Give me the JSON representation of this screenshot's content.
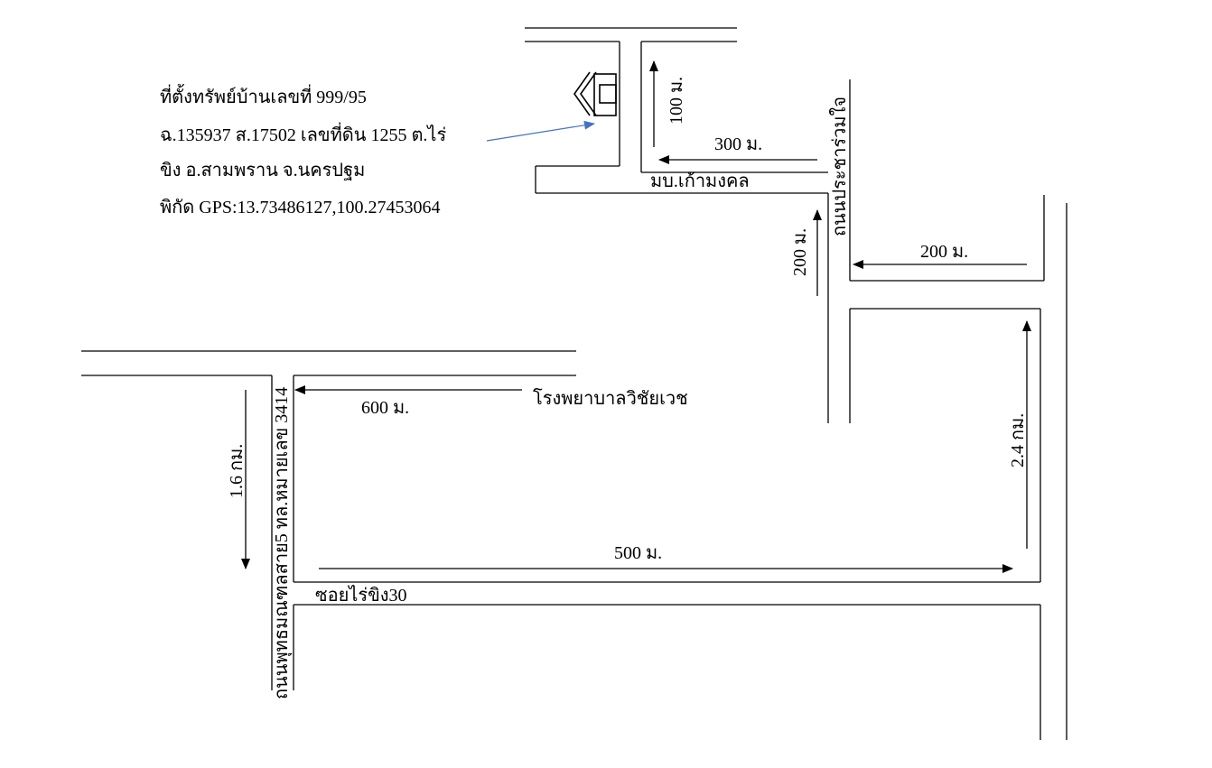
{
  "property_info": {
    "line1": "ที่ตั้งทรัพย์บ้านเลขที่ 999/95",
    "line2": "ฉ.135937 ส.17502 เลขที่ดิน 1255 ต.ไร่",
    "line3": "ขิง อ.สามพราน จ.นครปฐม",
    "line4": "พิกัด GPS:13.73486127,100.27453064"
  },
  "roads": {
    "main_road": "ถนนพุทธมณฑลสาย5 ทล.หมายเลข 3414",
    "prachaharuamjai": "ถนนประชาร่วมใจ",
    "village": "มบ.เก้ามงคล",
    "soi": "ซอยไร่ขิง30"
  },
  "landmarks": {
    "hospital": "โรงพยาบาลวิชัยเวช"
  },
  "distances": {
    "d_100m": "100 ม.",
    "d_300m": "300 ม.",
    "d_200m_vertical": "200 ม.",
    "d_200m_horizontal": "200 ม.",
    "d_600m": "600 ม.",
    "d_1_6km": "1.6 กม.",
    "d_500m": "500 ม.",
    "d_2_4km": "2.4 กม."
  },
  "colors": {
    "line": "#000000",
    "pointer_arrow": "#4472c4"
  },
  "icons": {
    "property": "house-icon"
  }
}
